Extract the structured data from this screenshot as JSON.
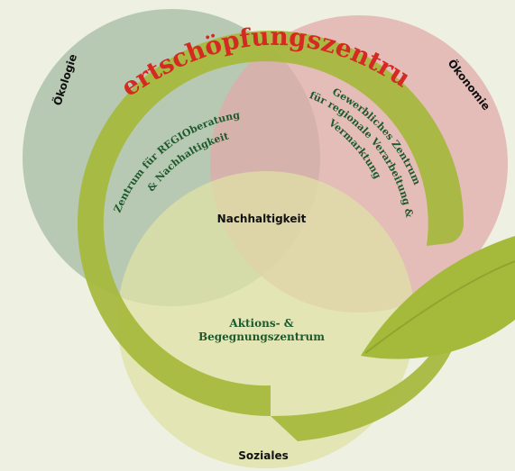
{
  "title": "Wertschöpfungszentrum",
  "circles": {
    "oekologie": "Ökologie",
    "oekonomie": "Ökonomie",
    "soziales": "Soziales"
  },
  "center": "Nachhaltigkeit",
  "overlaps": {
    "oekologie_oekonomie": "",
    "oekologie_soziales": {
      "line1": "Zentrum für REGIOberatung",
      "line2": "& Nachhaltigkeit"
    },
    "oekonomie_soziales": {
      "line1": "Gewerbliches Zentrum",
      "line2": "für regionale Verarbeitung &",
      "line3": "Vermarktung"
    },
    "soziales_bottom": {
      "line1": "Aktions- &",
      "line2": "Begegnungszentrum"
    }
  },
  "colors": {
    "background": "#eef1e1",
    "oekologie": "#a9bfa6",
    "oekonomie": "#e0aaa9",
    "soziales": "#dfe0a6",
    "swirl": "#a5b93b",
    "title": "#d42a22",
    "overlap_text": "#1d5a2d"
  }
}
